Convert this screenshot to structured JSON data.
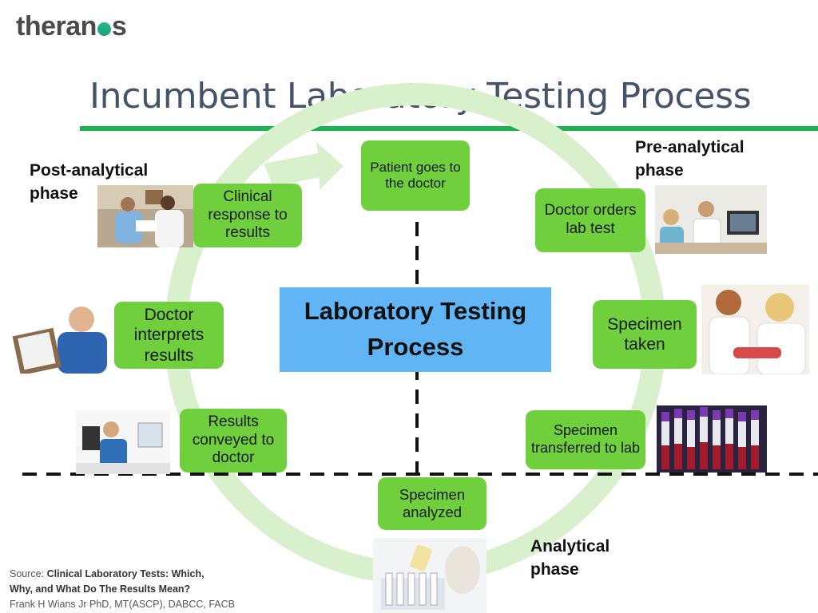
{
  "logo": {
    "part1": "theran",
    "part2": "s"
  },
  "title": "Incumbent Laboratory Testing Process",
  "center": {
    "line1": "Laboratory Testing",
    "line2": "Process"
  },
  "phases": {
    "pre": {
      "line1": "Pre-analytical",
      "line2": "phase"
    },
    "post": {
      "line1": "Post-analytical",
      "line2": "phase"
    },
    "analytical": {
      "line1": "Analytical",
      "line2": "phase"
    }
  },
  "steps": {
    "patient": "Patient goes to the doctor",
    "orders": "Doctor orders lab test",
    "taken": "Specimen taken",
    "transferred": "Specimen transferred to lab",
    "analyzed": "Specimen analyzed",
    "conveyed": "Results conveyed to doctor",
    "interprets": "Doctor interprets results",
    "clinical": "Clinical response to results"
  },
  "source": {
    "prefix": "Source: ",
    "title_line1": "Clinical Laboratory Tests: Which,",
    "title_line2": "Why, and What Do The Results Mean?",
    "author": "Frank H Wians Jr PhD, MT(ASCP), DABCC, FACB"
  },
  "colors": {
    "step_box": "#6fcf3c",
    "center_box": "#62b5f5",
    "cycle_ring": "#d9f0cc",
    "title_rule": "#1fb050",
    "title_text": "#44546a"
  }
}
